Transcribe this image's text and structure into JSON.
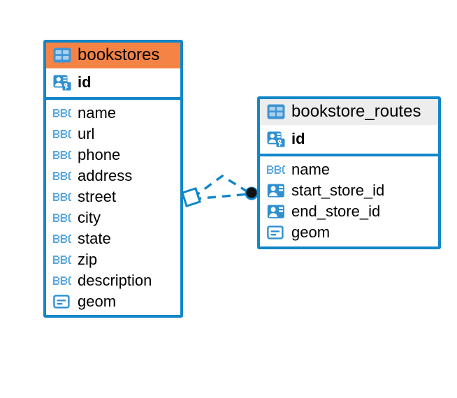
{
  "diagram": {
    "type": "entity-relationship-diagram",
    "background": "#ffffff",
    "colors": {
      "border": "#1186c8",
      "accent_header": "#f58345",
      "neutral_header": "#ededed",
      "icon_blue": "#3f94d4",
      "icon_light_blue": "#5ba8de",
      "relationship_line": "#1186c8",
      "endpoint_fill": "#1a1a1a"
    },
    "entities": [
      {
        "id": "bookstores",
        "name": "bookstores",
        "header_style": "accent",
        "header_icon": "table-icon",
        "primary_key": {
          "name": "id",
          "icon": "primary-key-icon"
        },
        "fields": [
          {
            "name": "name",
            "icon": "text-type-icon"
          },
          {
            "name": "url",
            "icon": "text-type-icon"
          },
          {
            "name": "phone",
            "icon": "text-type-icon"
          },
          {
            "name": "address",
            "icon": "text-type-icon"
          },
          {
            "name": "street",
            "icon": "text-type-icon"
          },
          {
            "name": "city",
            "icon": "text-type-icon"
          },
          {
            "name": "state",
            "icon": "text-type-icon"
          },
          {
            "name": "zip",
            "icon": "text-type-icon"
          },
          {
            "name": "description",
            "icon": "text-type-icon"
          },
          {
            "name": "geom",
            "icon": "geometry-type-icon"
          }
        ]
      },
      {
        "id": "bookstore_routes",
        "name": "bookstore_routes",
        "header_style": "neutral",
        "header_icon": "table-icon",
        "primary_key": {
          "name": "id",
          "icon": "primary-key-icon"
        },
        "fields": [
          {
            "name": "name",
            "icon": "text-type-icon"
          },
          {
            "name": "start_store_id",
            "icon": "foreign-key-icon"
          },
          {
            "name": "end_store_id",
            "icon": "foreign-key-icon"
          },
          {
            "name": "geom",
            "icon": "geometry-type-icon"
          }
        ]
      }
    ],
    "relationships": [
      {
        "from": "bookstores",
        "to": "bookstore_routes",
        "style": "dashed",
        "source_marker": "diamond-marker",
        "target_marker": "circle-marker"
      }
    ]
  }
}
